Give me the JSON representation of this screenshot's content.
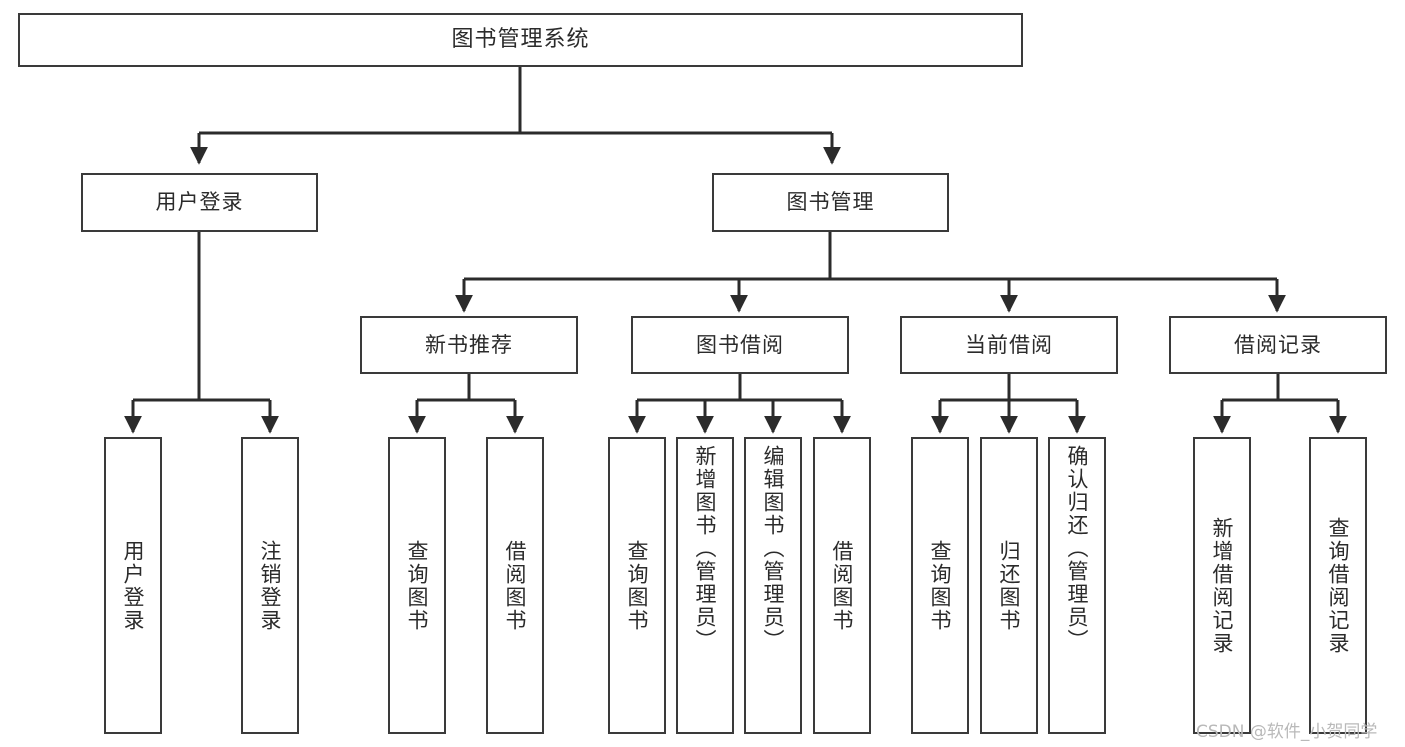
{
  "diagram": {
    "title": "图书管理系统",
    "type": "tree-hierarchy-diagram",
    "colors": {
      "box_border": "#3a3a3a",
      "box_fill": "#ffffff",
      "link": "#2b2b2b",
      "text": "#2b2b2b",
      "background": "#ffffff",
      "watermark": "#b9b9b9"
    },
    "nodes": {
      "root": {
        "label": "图书管理系统"
      },
      "level2": [
        {
          "id": "user-login",
          "label": "用户登录"
        },
        {
          "id": "book-manage",
          "label": "图书管理"
        }
      ],
      "level3": [
        {
          "id": "new-book-recommend",
          "label": "新书推荐"
        },
        {
          "id": "book-borrow",
          "label": "图书借阅"
        },
        {
          "id": "current-borrow",
          "label": "当前借阅"
        },
        {
          "id": "borrow-record",
          "label": "借阅记录"
        }
      ],
      "leaves": {
        "user_login": [
          {
            "id": "leaf-user-login",
            "label": "用户登录"
          },
          {
            "id": "leaf-logout-login",
            "label": "注销登录"
          }
        ],
        "new_book_recommend": [
          {
            "id": "leaf-query-book-1",
            "label": "查询图书"
          },
          {
            "id": "leaf-borrow-book-1",
            "label": "借阅图书"
          }
        ],
        "book_borrow": [
          {
            "id": "leaf-query-book-2",
            "label": "查询图书"
          },
          {
            "id": "leaf-add-book",
            "label": "新增图书（管理员）"
          },
          {
            "id": "leaf-edit-book",
            "label": "编辑图书（管理员）"
          },
          {
            "id": "leaf-borrow-book-2",
            "label": "借阅图书"
          }
        ],
        "current_borrow": [
          {
            "id": "leaf-query-book-3",
            "label": "查询图书"
          },
          {
            "id": "leaf-return-book",
            "label": "归还图书"
          },
          {
            "id": "leaf-confirm-return",
            "label": "确认归还（管理员）"
          }
        ],
        "borrow_record": [
          {
            "id": "leaf-add-borrow-record",
            "label": "新增借阅记录"
          },
          {
            "id": "leaf-query-borrow-record",
            "label": "查询借阅记录"
          }
        ]
      }
    },
    "watermark": "CSDN @软件_小贺同学"
  }
}
